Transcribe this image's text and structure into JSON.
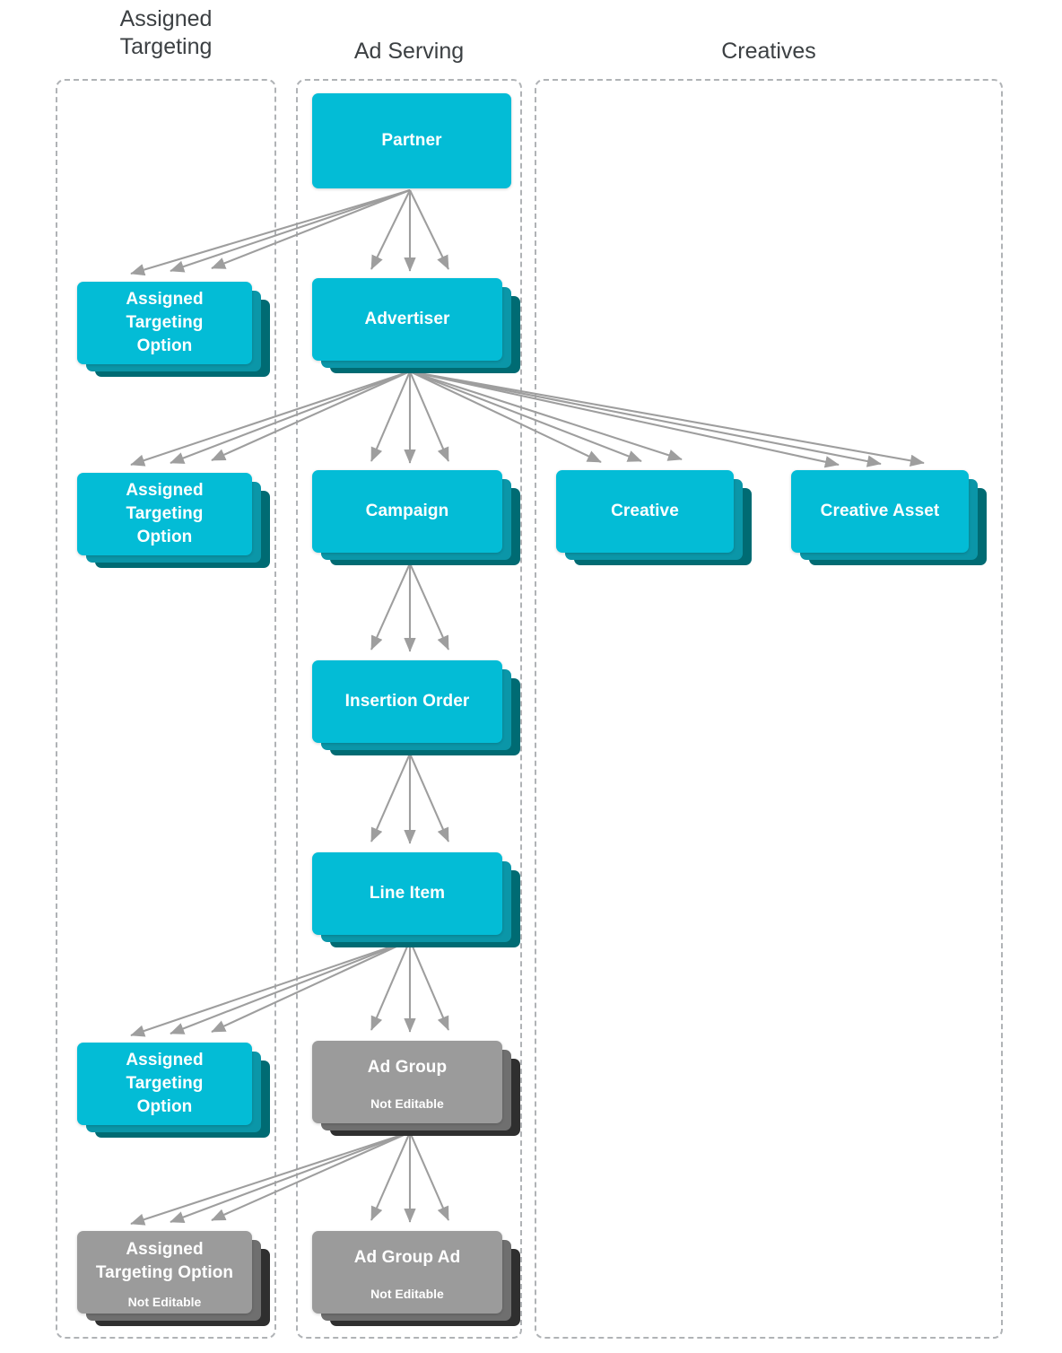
{
  "diagram": {
    "title_columns": [
      {
        "id": "assigned-targeting",
        "label": "Assigned\nTargeting"
      },
      {
        "id": "ad-serving",
        "label": "Ad Serving"
      },
      {
        "id": "creatives",
        "label": "Creatives"
      }
    ],
    "colors": {
      "node_cyan_front": "#03bcd6",
      "node_cyan_mid": "#0b96a8",
      "node_cyan_back": "#006b73",
      "node_gray_front": "#9b9b9b",
      "node_gray_mid": "#6f6f6f",
      "node_gray_back": "#2f2f2f",
      "arrow": "#9e9e9e",
      "group_border": "#b0b3b6",
      "header_text": "#3c4043",
      "node_text": "#ffffff"
    },
    "nodes": [
      {
        "id": "partner",
        "label": "Partner",
        "sub": "",
        "kind": "cyan",
        "stacked": false,
        "column": "ad-serving"
      },
      {
        "id": "advertiser",
        "label": "Advertiser",
        "sub": "",
        "kind": "cyan",
        "stacked": true,
        "column": "ad-serving"
      },
      {
        "id": "campaign",
        "label": "Campaign",
        "sub": "",
        "kind": "cyan",
        "stacked": true,
        "column": "ad-serving"
      },
      {
        "id": "insertion-order",
        "label": "Insertion Order",
        "sub": "",
        "kind": "cyan",
        "stacked": true,
        "column": "ad-serving"
      },
      {
        "id": "line-item",
        "label": "Line Item",
        "sub": "",
        "kind": "cyan",
        "stacked": true,
        "column": "ad-serving"
      },
      {
        "id": "ad-group",
        "label": "Ad Group",
        "sub": "Not Editable",
        "kind": "gray",
        "stacked": true,
        "column": "ad-serving"
      },
      {
        "id": "ad-group-ad",
        "label": "Ad Group Ad",
        "sub": "Not Editable",
        "kind": "gray",
        "stacked": true,
        "column": "ad-serving"
      },
      {
        "id": "ato-partner",
        "label": "Assigned\nTargeting\nOption",
        "sub": "",
        "kind": "cyan",
        "stacked": true,
        "column": "assigned-targeting"
      },
      {
        "id": "ato-advertiser",
        "label": "Assigned\nTargeting\nOption",
        "sub": "",
        "kind": "cyan",
        "stacked": true,
        "column": "assigned-targeting"
      },
      {
        "id": "ato-line-item",
        "label": "Assigned\nTargeting\nOption",
        "sub": "",
        "kind": "cyan",
        "stacked": true,
        "column": "assigned-targeting"
      },
      {
        "id": "ato-ad-group",
        "label": "Assigned\nTargeting Option",
        "sub": "Not Editable",
        "kind": "gray",
        "stacked": true,
        "column": "assigned-targeting"
      },
      {
        "id": "creative",
        "label": "Creative",
        "sub": "",
        "kind": "cyan",
        "stacked": true,
        "column": "creatives"
      },
      {
        "id": "creative-asset",
        "label": "Creative Asset",
        "sub": "",
        "kind": "cyan",
        "stacked": true,
        "column": "creatives"
      }
    ],
    "edges": [
      {
        "from": "partner",
        "to": "ato-partner",
        "multiplicity": 3
      },
      {
        "from": "partner",
        "to": "advertiser",
        "multiplicity": 3
      },
      {
        "from": "advertiser",
        "to": "ato-advertiser",
        "multiplicity": 3
      },
      {
        "from": "advertiser",
        "to": "campaign",
        "multiplicity": 3
      },
      {
        "from": "advertiser",
        "to": "creative",
        "multiplicity": 3
      },
      {
        "from": "advertiser",
        "to": "creative-asset",
        "multiplicity": 3
      },
      {
        "from": "campaign",
        "to": "insertion-order",
        "multiplicity": 3
      },
      {
        "from": "insertion-order",
        "to": "line-item",
        "multiplicity": 3
      },
      {
        "from": "line-item",
        "to": "ato-line-item",
        "multiplicity": 3
      },
      {
        "from": "line-item",
        "to": "ad-group",
        "multiplicity": 3
      },
      {
        "from": "ad-group",
        "to": "ato-ad-group",
        "multiplicity": 3
      },
      {
        "from": "ad-group",
        "to": "ad-group-ad",
        "multiplicity": 3
      }
    ]
  }
}
